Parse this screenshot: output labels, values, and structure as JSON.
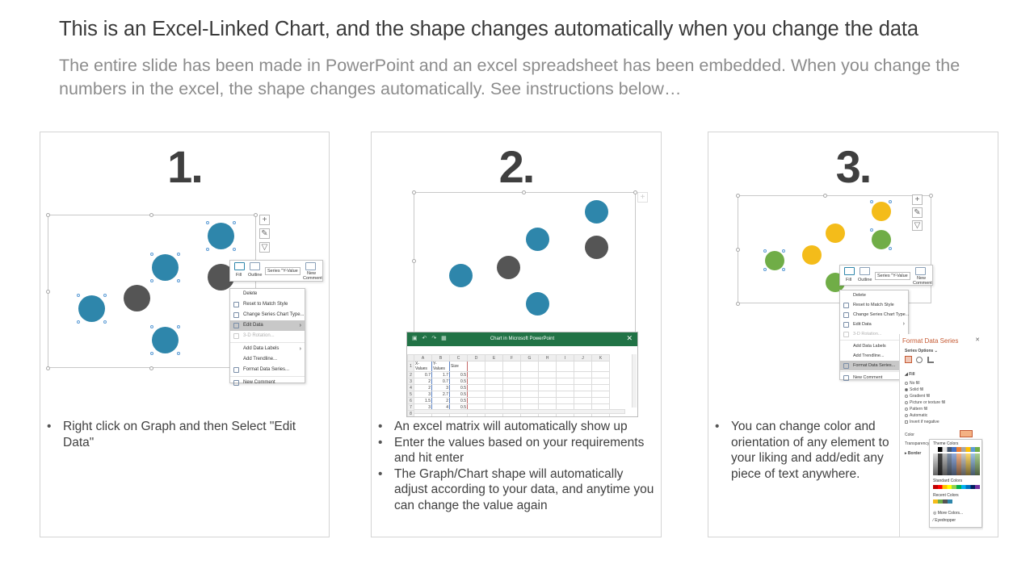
{
  "header": {
    "title": "This is an Excel-Linked Chart, and the shape changes automatically when you change the data",
    "subtitle": "The entire slide has been made in PowerPoint and an excel spreadsheet has been embedded. When you change the numbers in the excel, the shape changes automatically. See instructions below…"
  },
  "colors": {
    "teal": "#2e86ab",
    "gray": "#555555",
    "yellow": "#f4bc1a",
    "green": "#70ad47",
    "excel_green": "#217346",
    "pane_accent": "#c55a33"
  },
  "panels": [
    {
      "number": "1.",
      "bullets": [
        "Right click on Graph and then Select \"Edit Data\""
      ],
      "mini_toolbar": {
        "fill": "Fill",
        "outline": "Outline",
        "series": "Series \"Y-Value",
        "new": "New",
        "comment": "Comment"
      },
      "context_menu": [
        "Delete",
        "Reset to Match Style",
        "Change Series Chart Type...",
        "Edit Data",
        "3-D Rotation...",
        "Add Data Labels",
        "Add Trendline...",
        "Format Data Series...",
        "New Comment"
      ]
    },
    {
      "number": "2.",
      "bullets": [
        "An excel matrix will automatically show up",
        "Enter the values based on your requirements and hit enter",
        "The Graph/Chart shape will automatically adjust according to your data, and anytime you can change the value again"
      ],
      "excel": {
        "window_title": "Chart in Microsoft PowerPoint",
        "columns": [
          "A",
          "B",
          "C",
          "D",
          "E",
          "F",
          "G",
          "H",
          "I",
          "J",
          "K"
        ],
        "headers": [
          "X-Values",
          "Y-Values",
          "Size"
        ],
        "rows": [
          [
            "0.7",
            "1.7",
            "0.5"
          ],
          [
            "2",
            "0.7",
            "0.5"
          ],
          [
            "2",
            "3",
            "0.5"
          ],
          [
            "3",
            "2.7",
            "0.5"
          ],
          [
            "1.5",
            "2",
            "0.5"
          ],
          [
            "3",
            "4",
            "0.5"
          ]
        ],
        "row_numbers": [
          "1",
          "2",
          "3",
          "4",
          "5",
          "6",
          "7",
          "8"
        ]
      }
    },
    {
      "number": "3.",
      "bullets": [
        "You can change color and orientation of any element to your liking and add/edit any piece of text anywhere."
      ],
      "mini_toolbar": {
        "fill": "Fill",
        "outline": "Outline",
        "series": "Series \"Y-Value",
        "new": "New",
        "comment": "Comment"
      },
      "context_menu": [
        "Delete",
        "Reset to Match Style",
        "Change Series Chart Type...",
        "Edit Data",
        "3-D Rotation...",
        "Add Data Labels",
        "Add Trendline...",
        "Format Data Series...",
        "New Comment"
      ],
      "format_pane": {
        "title": "Format Data Series",
        "series_options": "Series Options",
        "fill_heading": "Fill",
        "options": [
          "No fill",
          "Solid fill",
          "Gradient fill",
          "Picture or texture fill",
          "Pattern fill",
          "Automatic",
          "Invert if negative"
        ],
        "color_label": "Color",
        "transparency_label": "Transparency",
        "border_label": "Border",
        "theme_colors": "Theme Colors",
        "standard_colors": "Standard Colors",
        "recent_colors": "Recent Colors",
        "more_colors": "More Colors...",
        "eyedropper": "Eyedropper"
      }
    }
  ]
}
